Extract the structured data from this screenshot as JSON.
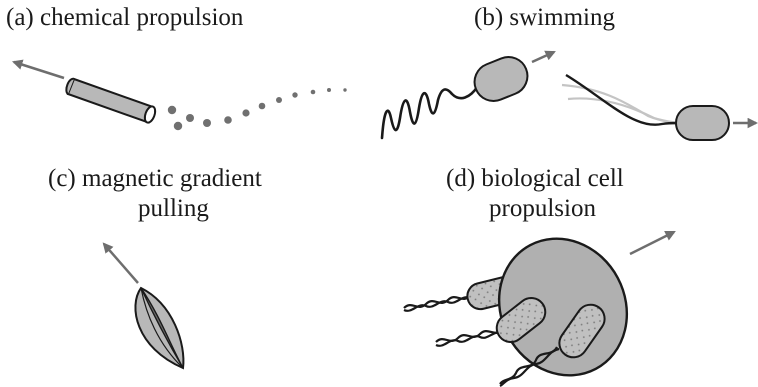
{
  "panels": {
    "a": {
      "label": "(a) chemical propulsion"
    },
    "b": {
      "label": "(b) swimming"
    },
    "c": {
      "label_line1": "(c) magnetic gradient",
      "label_line2": "pulling"
    },
    "d": {
      "label_line1": "(d) biological cell",
      "label_line2": "propulsion"
    }
  },
  "colors": {
    "stroke": "#1a1a1a",
    "body_fill": "#b8b8b8",
    "arrow": "#6e6e6e",
    "bubbles": "#707070",
    "light_tail": "#c4c4c4"
  }
}
